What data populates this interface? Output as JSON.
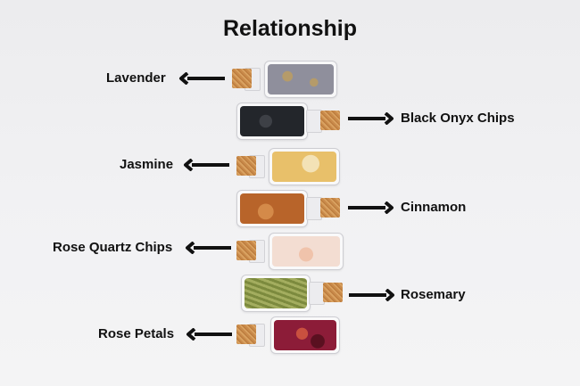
{
  "title": "Relationship",
  "items": [
    {
      "label": "Lavender",
      "side": "left",
      "fill": "#8f8f9c",
      "accent": "#b59b6a"
    },
    {
      "label": "Black Onyx Chips",
      "side": "right",
      "fill": "#23262b",
      "accent": "#3d4046"
    },
    {
      "label": "Jasmine",
      "side": "left",
      "fill": "#e8c06a",
      "accent": "#f3e2b6"
    },
    {
      "label": "Cinnamon",
      "side": "right",
      "fill": "#b8642a",
      "accent": "#d48a49"
    },
    {
      "label": "Rose Quartz Chips",
      "side": "left",
      "fill": "#f3ddd2",
      "accent": "#f0c3ab"
    },
    {
      "label": "Rosemary",
      "side": "right",
      "fill": "#7c8a3e",
      "accent": "#a3ad5f"
    },
    {
      "label": "Rose Petals",
      "side": "left",
      "fill": "#8c1c38",
      "accent": "#c9503f"
    }
  ],
  "colors": {
    "text": "#111111",
    "arrow": "#111111",
    "cork": "#c98a4a"
  }
}
